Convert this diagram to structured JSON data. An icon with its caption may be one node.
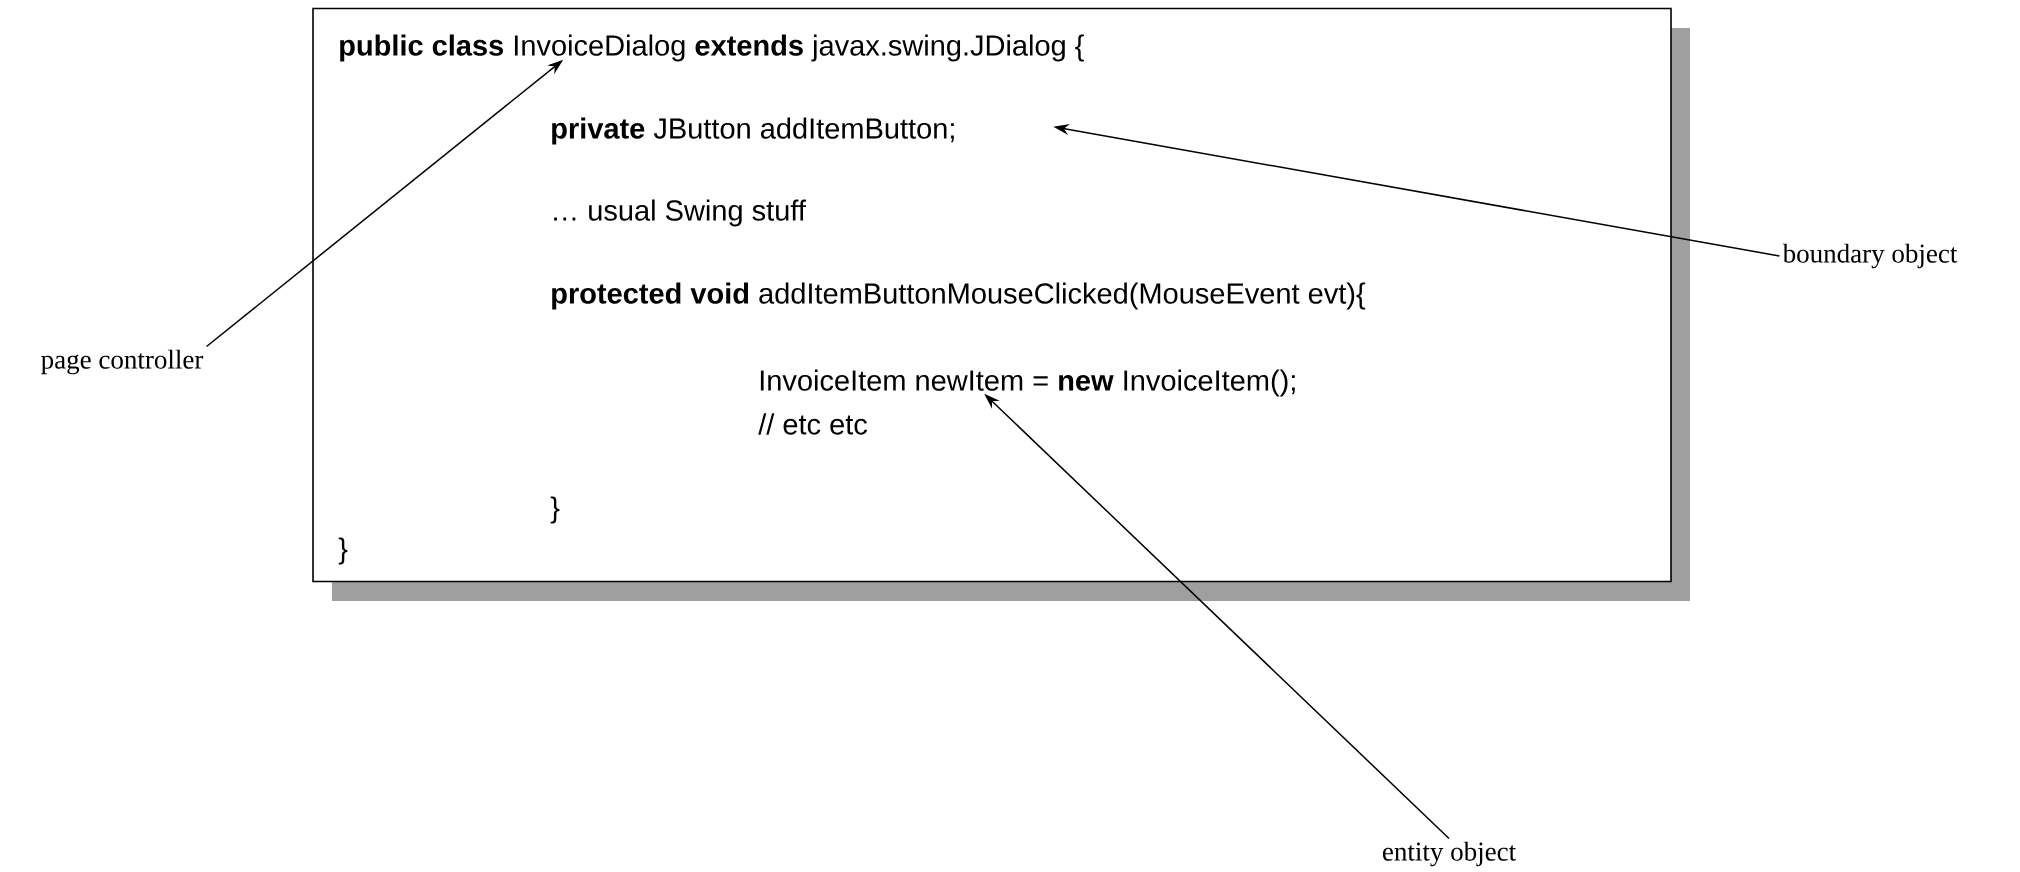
{
  "diagram": {
    "nodes": [
      {
        "text": [
          "**public class** InvoiceDialog **extends** javax.swing.JDialog {",
          "**private** JButton addItemButton;",
          "… usual Swing stuff",
          "**protected void** addItemButtonMouseClicked(MouseEvent evt){",
          "InvoiceItem newItem = **new** InvoiceItem();",
          "// etc etc",
          "}",
          "}"
        ]
      },
      {
        "text": [
          "page controller"
        ]
      },
      {
        "text": [
          "boundary object"
        ]
      },
      {
        "text": [
          "entity object"
        ]
      }
    ],
    "edges": [
      {
        "from": 1,
        "to": 0,
        "arrow": "to"
      },
      {
        "from": 2,
        "to": 0,
        "arrow": "to"
      },
      {
        "from": 3,
        "to": 0,
        "arrow": "to"
      }
    ]
  }
}
